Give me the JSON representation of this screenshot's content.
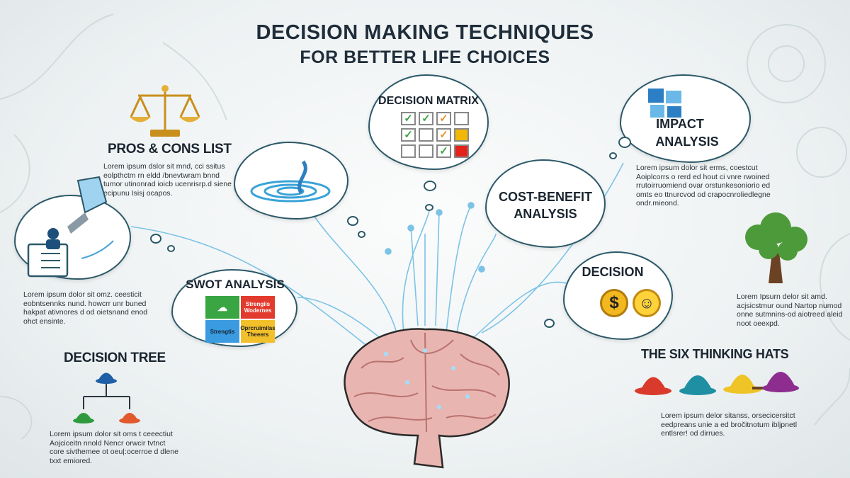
{
  "title": {
    "line1": "DECISION MAKING TECHNIQUES",
    "line2": "FOR BETTER LIFE CHOICES"
  },
  "sections": {
    "pros_cons": {
      "heading": "PROS & CONS LIST",
      "text": [
        "Lorem ipsum dslor sit mnd,  cci ssitus",
        "eolpthctm rn eldd /bnevtwram bnnd",
        "tumor utinonrad ioicb ucenrisrp.d siene",
        "ecipunu Isisj ocapos."
      ],
      "icon": "scales-icon"
    },
    "clipboard": {
      "text": [
        "Lorem ipsum dolor sit omz. ceesticit",
        "eobntsennks nund. howcrr unr buned",
        "hakpat ativnores d od oietsnand enod",
        "ohct ensinte."
      ],
      "icon": "clipboard-icon"
    },
    "decision_tree": {
      "heading": "DECISION TREE",
      "text": [
        "Lorem ipsum dolor sit oms t ceeectiut",
        "Aojciceitn nnold  Nencr orwcir tvtnct",
        "core sivthemee ot oeu|:ocerroe d dlene",
        "txxt emiored."
      ],
      "icon": "decision-tree-icon"
    },
    "swot": {
      "heading": "SWOT ANALYSIS",
      "cells": [
        "",
        "Strengiis Wodernes",
        "Strengtis",
        "Oprcruimilas Theeers"
      ],
      "colors": [
        "#3aa543",
        "#e23b2e",
        "#3b9be0",
        "#f2c02a"
      ]
    },
    "swirl": {
      "icon": "water-ripple-icon"
    },
    "decision_matrix": {
      "heading": "DECISION MATRIX",
      "rows": [
        [
          "check-green",
          "check-green",
          "check-orange",
          "empty"
        ],
        [
          "check-green",
          "empty",
          "check-orange",
          "yellow"
        ],
        [
          "empty",
          "empty",
          "check-green",
          "red"
        ]
      ]
    },
    "cost_benefit": {
      "line1": "COST-BENEFIT",
      "line2": "ANALYSIS"
    },
    "impact": {
      "line1": "IMPACT",
      "line2": "ANALYSIS",
      "icon": "puzzle-people-icon",
      "text": [
        "Lorem ipsum dolor sit erms, coestcut",
        "Aoiplcorrs o rerd  ed hout ci vnre rwoined",
        "rrutoirruomiend  ovar orstunkesoniorio ed",
        "omts eo ttnurcvod od crapocnroliedlegne",
        "ondr.mieond."
      ]
    },
    "decision": {
      "heading": "DECISION",
      "icons": [
        "dollar-coin-icon",
        "smiley-icon"
      ],
      "symbol": "$"
    },
    "tree": {
      "icon": "tree-icon",
      "text": [
        "Lorem Ipsurn delor sit amd.",
        "acjsicstmur ound Nartop numod",
        "onne sutmnins-od aiotreed aleid",
        "noot oeexpd."
      ]
    },
    "six_hats": {
      "heading": "THE SIX THINKING HATS",
      "hat_colors": [
        "#d93a2b",
        "#1f8fa3",
        "#efc426",
        "#8c2d8f"
      ],
      "text": [
        "Lorem ipsum delor sitanss, orsecicersitct",
        "eedpreans unie a ed bročitnotum ibljpnetl",
        "entlsrer! od dirrues."
      ]
    }
  },
  "colors": {
    "cloud_border": "#2b5868",
    "connector": "#7cc3e6",
    "brain": "#e9b5b0"
  }
}
